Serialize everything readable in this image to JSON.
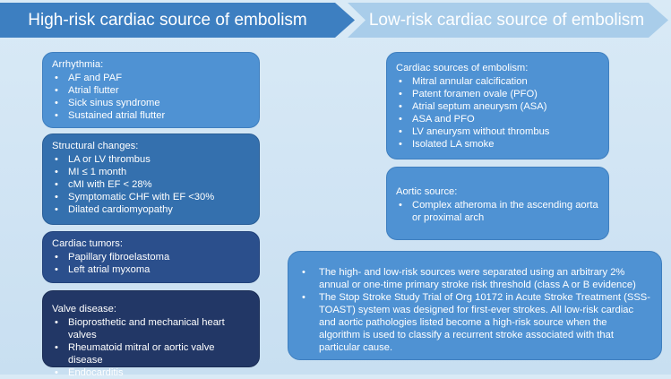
{
  "header": {
    "left_label": "High-risk cardiac source of embolism",
    "right_label": "Low-risk cardiac source of embolism",
    "left_color": "#3d7fc1",
    "right_color": "#a9cdea"
  },
  "high_risk": [
    {
      "title": "Arrhythmia:",
      "items": [
        "AF and PAF",
        "Atrial flutter",
        "Sick sinus syndrome",
        "Sustained atrial flutter"
      ]
    },
    {
      "title": "Structural changes:",
      "items": [
        "LA or LV thrombus",
        "MI ≤ 1 month",
        "cMI with EF < 28%",
        "Symptomatic CHF with EF <30%",
        "Dilated cardiomyopathy"
      ]
    },
    {
      "title": "Cardiac tumors:",
      "items": [
        "Papillary fibroelastoma",
        "Left atrial myxoma"
      ]
    },
    {
      "title": "Valve disease:",
      "items": [
        "Bioprosthetic and mechanical heart valves",
        "Rheumatoid mitral or aortic valve disease",
        "Endocarditis"
      ]
    }
  ],
  "low_risk": [
    {
      "title": "Cardiac sources of embolism:",
      "items": [
        "Mitral annular calcification",
        "Patent foramen ovale (PFO)",
        "Atrial septum aneurysm (ASA)",
        "ASA and PFO",
        "LV aneurysm without thrombus",
        "Isolated LA smoke"
      ]
    },
    {
      "title": "Aortic source:",
      "items": [
        "Complex atheroma in the ascending aorta or proximal arch"
      ]
    }
  ],
  "notes": [
    "The high- and low-risk sources were separated using an arbitrary 2% annual or one-time primary stroke risk threshold (class A or B evidence)",
    "The Stop Stroke Study Trial of Org 10172 in Acute Stroke Treatment (SSS-TOAST) system was designed for first-ever strokes. All low-risk cardiac and aortic pathologies listed become a high-risk source when the algorithm is used to classify a recurrent stroke associated with that particular cause."
  ]
}
